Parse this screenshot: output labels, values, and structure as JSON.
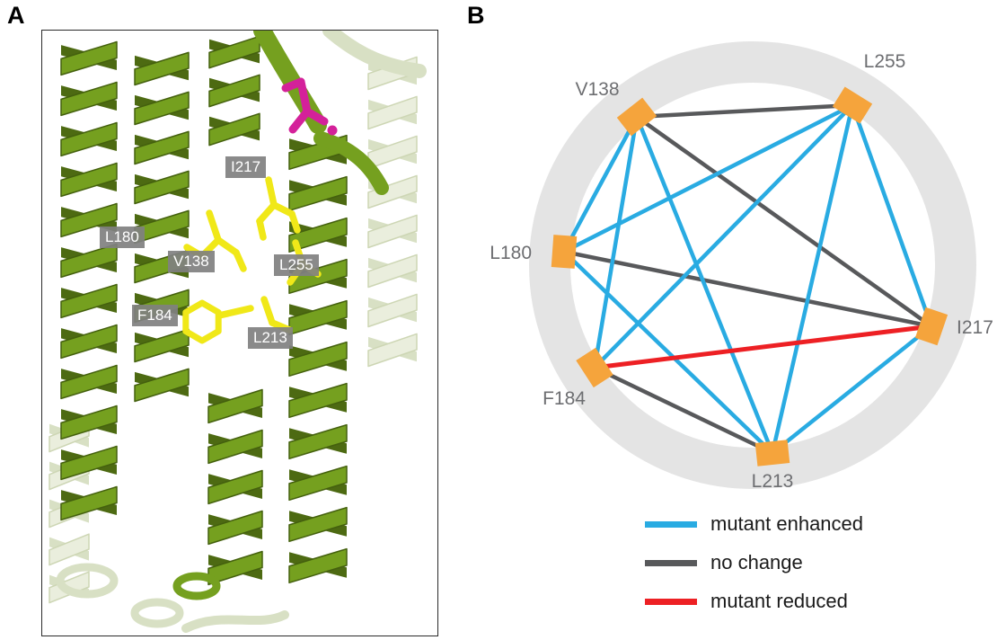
{
  "figure": {
    "panelA": {
      "label": "A",
      "residue_labels": [
        {
          "text": "I217"
        },
        {
          "text": "L180"
        },
        {
          "text": "V138"
        },
        {
          "text": "L255"
        },
        {
          "text": "F184"
        },
        {
          "text": "L213"
        }
      ],
      "colors": {
        "ribbon_green": "#75a01f",
        "ribbon_dark": "#4d6a12",
        "ribbon_stroke": "#44600e",
        "ghost_ribbon": "#eaeedd",
        "ghost_dark": "#d8e0c4",
        "ghost_stroke": "#cdd6b4",
        "residue_yellow": "#f0e818",
        "ligand_magenta": "#d4219a",
        "label_background": "#808080",
        "label_text": "#ffffff"
      }
    },
    "panelB": {
      "label": "B",
      "ring_color": "#e4e4e4",
      "node_color": "#f5a43c",
      "node_label_color": "#6d6e71",
      "nodes": [
        {
          "id": "V138",
          "label": "V138"
        },
        {
          "id": "L255",
          "label": "L255"
        },
        {
          "id": "L180",
          "label": "L180"
        },
        {
          "id": "I217",
          "label": "I217"
        },
        {
          "id": "F184",
          "label": "F184"
        },
        {
          "id": "L213",
          "label": "L213"
        }
      ],
      "edge_types": {
        "mutant_enhanced": {
          "label": "mutant enhanced",
          "color": "#29abe2"
        },
        "no_change": {
          "label": "no change",
          "color": "#58595b"
        },
        "mutant_reduced": {
          "label": "mutant reduced",
          "color": "#ed2024"
        }
      },
      "edges": [
        {
          "from": "V138",
          "to": "L255",
          "type": "no_change"
        },
        {
          "from": "V138",
          "to": "I217",
          "type": "no_change"
        },
        {
          "from": "L180",
          "to": "I217",
          "type": "no_change"
        },
        {
          "from": "F184",
          "to": "L213",
          "type": "no_change"
        },
        {
          "from": "V138",
          "to": "L180",
          "type": "mutant_enhanced"
        },
        {
          "from": "V138",
          "to": "F184",
          "type": "mutant_enhanced"
        },
        {
          "from": "V138",
          "to": "L213",
          "type": "mutant_enhanced"
        },
        {
          "from": "L255",
          "to": "L180",
          "type": "mutant_enhanced"
        },
        {
          "from": "L255",
          "to": "F184",
          "type": "mutant_enhanced"
        },
        {
          "from": "L255",
          "to": "L213",
          "type": "mutant_enhanced"
        },
        {
          "from": "L255",
          "to": "I217",
          "type": "mutant_enhanced"
        },
        {
          "from": "L180",
          "to": "L213",
          "type": "mutant_enhanced"
        },
        {
          "from": "L213",
          "to": "I217",
          "type": "mutant_enhanced"
        },
        {
          "from": "F184",
          "to": "I217",
          "type": "mutant_reduced"
        }
      ],
      "legend": [
        {
          "type": "mutant_enhanced",
          "label": "mutant enhanced"
        },
        {
          "type": "no_change",
          "label": "no change"
        },
        {
          "type": "mutant_reduced",
          "label": "mutant reduced"
        }
      ]
    }
  }
}
